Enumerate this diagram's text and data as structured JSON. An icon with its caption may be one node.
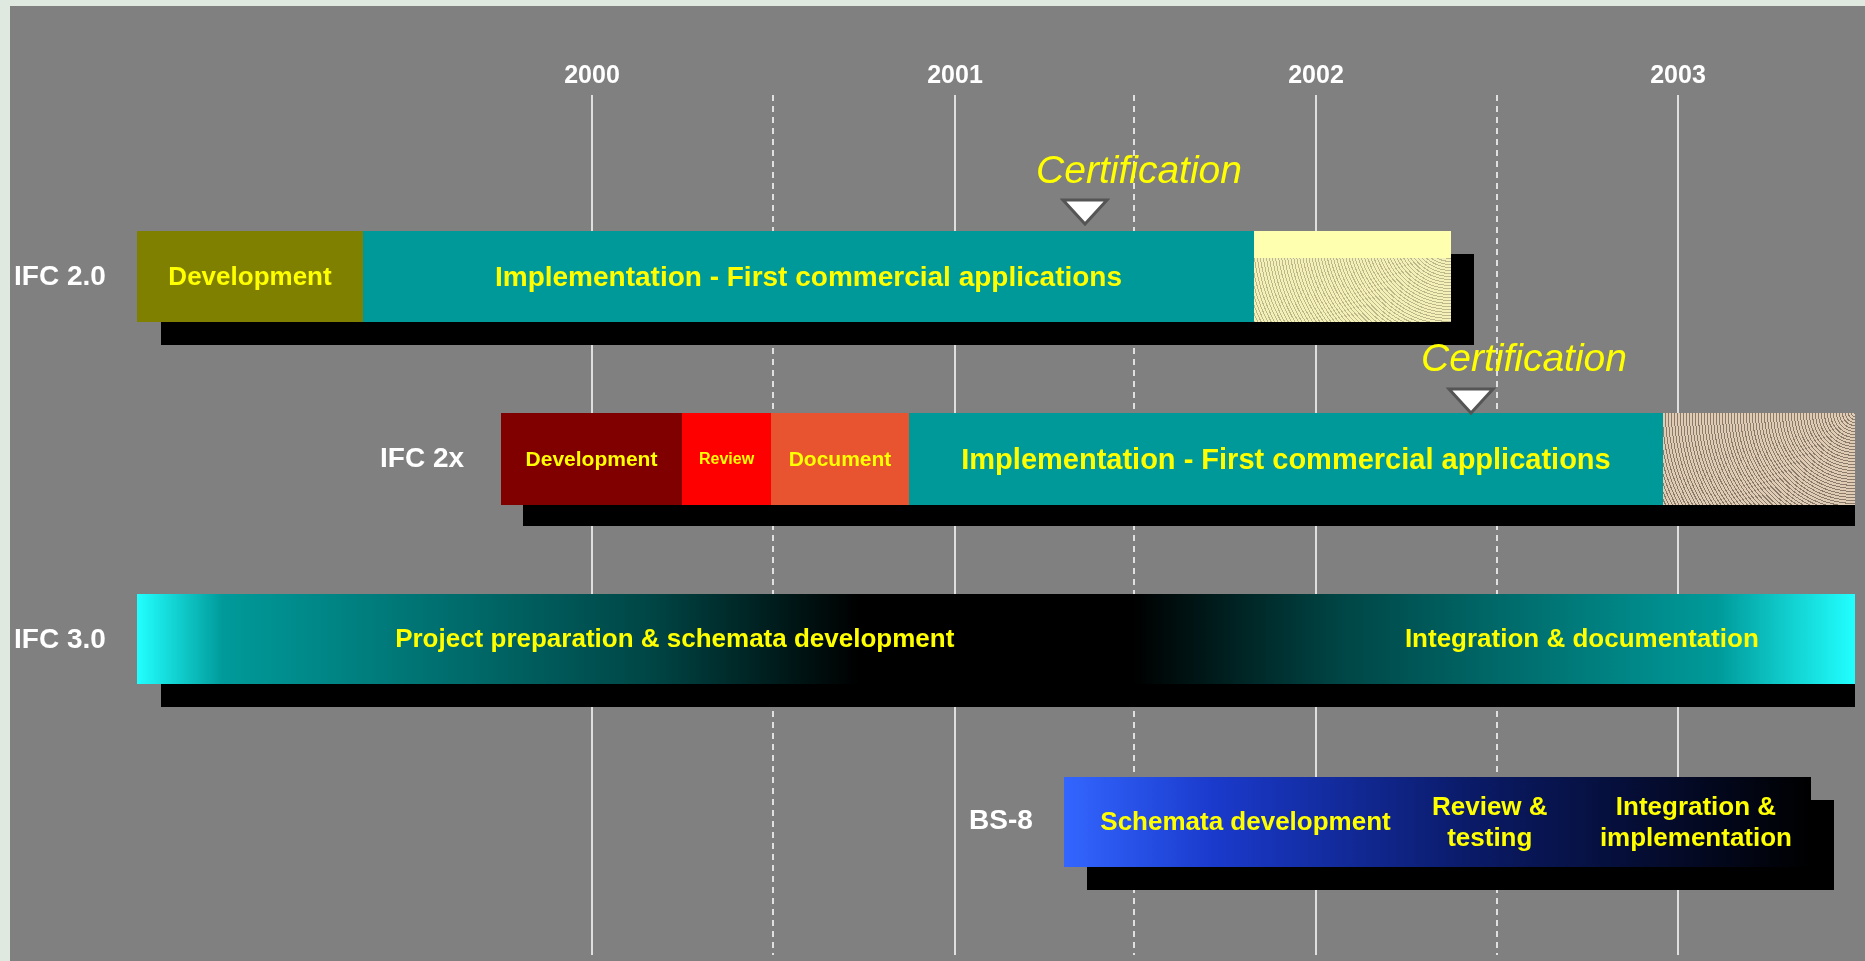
{
  "diagram": {
    "nodes": [
      {
        "text": [
          "Development"
        ]
      },
      {
        "text": [
          "Implementation - First commercial applications"
        ]
      },
      {
        "text": [],
        "shape": "bar"
      },
      {
        "text": [
          "Development"
        ]
      },
      {
        "text": [
          "Review"
        ]
      },
      {
        "text": [
          "Document"
        ]
      },
      {
        "text": [
          "Implementation - First commercial applications"
        ]
      },
      {
        "text": [],
        "shape": "bar"
      },
      {
        "text": [
          "Project preparation & schemata development",
          "Integration & documentation"
        ]
      },
      {
        "text": [
          "Schemata development",
          "Review & testing",
          "Integration & implementation"
        ]
      }
    ],
    "labels": [
      "2000",
      "2001",
      "2002",
      "2003",
      "Certification",
      "IFC 2.0",
      "Certification",
      "IFC 2x",
      "IFC 3.0",
      "BS-8"
    ]
  }
}
